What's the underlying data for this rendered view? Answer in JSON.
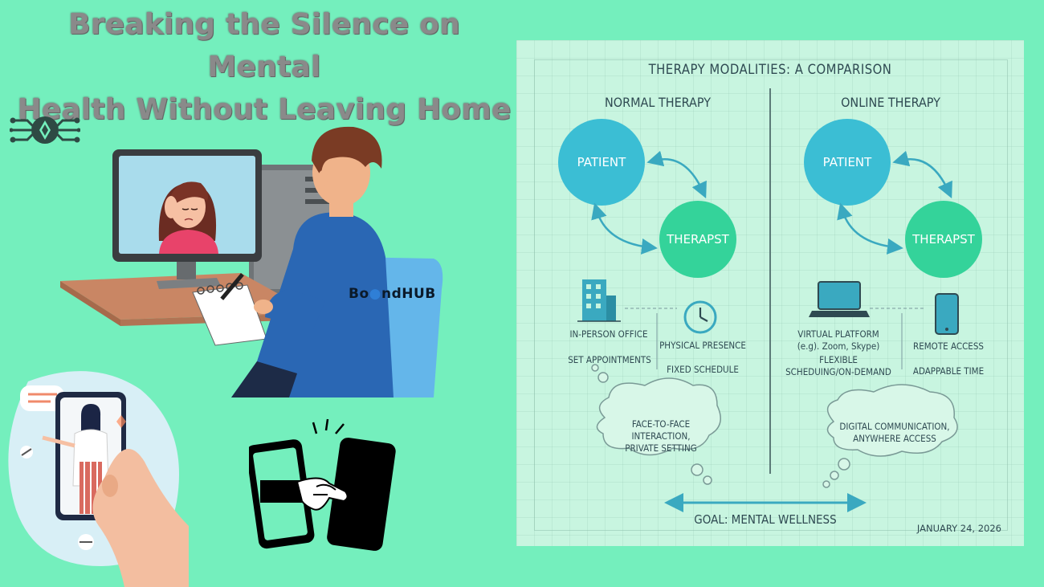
{
  "headline": {
    "line1": "Breaking the Silence on Mental",
    "line2": "Health Without Leaving Home"
  },
  "brand": {
    "prefix": "Bo",
    "suffix": "nd",
    "emphasis": "HUB"
  },
  "infographic": {
    "title": "THERAPY MODALITIES:  A COMPARISON",
    "left": {
      "heading": "NORMAL THERAPY",
      "patient": "PATIENT",
      "therapist": "THERAPST",
      "label_office": "IN-PERSON OFFICE",
      "label_appointments": "SET APPOINTMENTS",
      "label_presence": "PHYSICAL PRESENCE",
      "label_schedule": "FIXED SCHEDULE",
      "thought_line1": "FACE-TO-FACE",
      "thought_line2": "INTERACTION,",
      "thought_line3": "PRIVATE SETTING"
    },
    "right": {
      "heading": "ONLINE THERAPY",
      "patient": "PATIENT",
      "therapist": "THERAPST",
      "label_platform": "VIRTUAL PLATFORM",
      "label_platform_eg": "(e.g). Zoom, Skype)",
      "label_flexible1": "FLEXIBLE",
      "label_flexible2": "SCHEDUING/ON-DEMAND",
      "label_remote": "REMOTE ACCESS",
      "label_adaptable": "ADAPPABLE TIME",
      "thought_line1": "DIGITAL COMMUNICATION,",
      "thought_line2": "ANYWHERE ACCESS"
    },
    "goal": "GOAL: MENTAL WELLNESS",
    "date": "JANUARY 24, 2026"
  },
  "colors": {
    "background": "#74efbd",
    "patient_bubble": "#3bbed4",
    "therapist_bubble": "#34d39a",
    "arrow": "#3aa9c0"
  }
}
